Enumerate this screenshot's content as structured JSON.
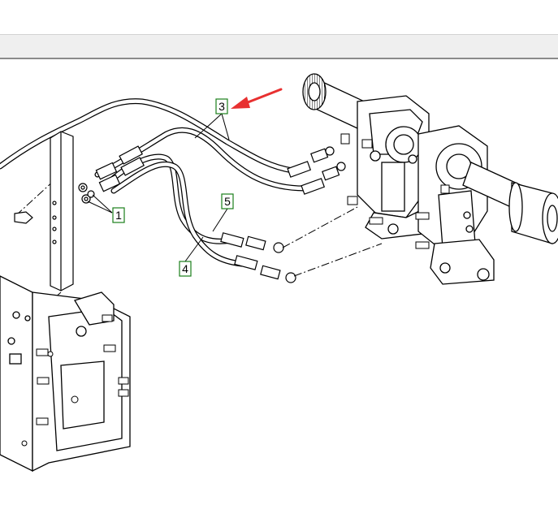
{
  "callouts": {
    "c1": "1",
    "c3": "3",
    "c4": "4",
    "c5": "5"
  },
  "colors": {
    "callout_box": "#1a7f1a",
    "arrow": "#e83030",
    "line": "#000000",
    "toolbar": "#efefef"
  },
  "icons": [
    "red-pointer-arrow"
  ]
}
